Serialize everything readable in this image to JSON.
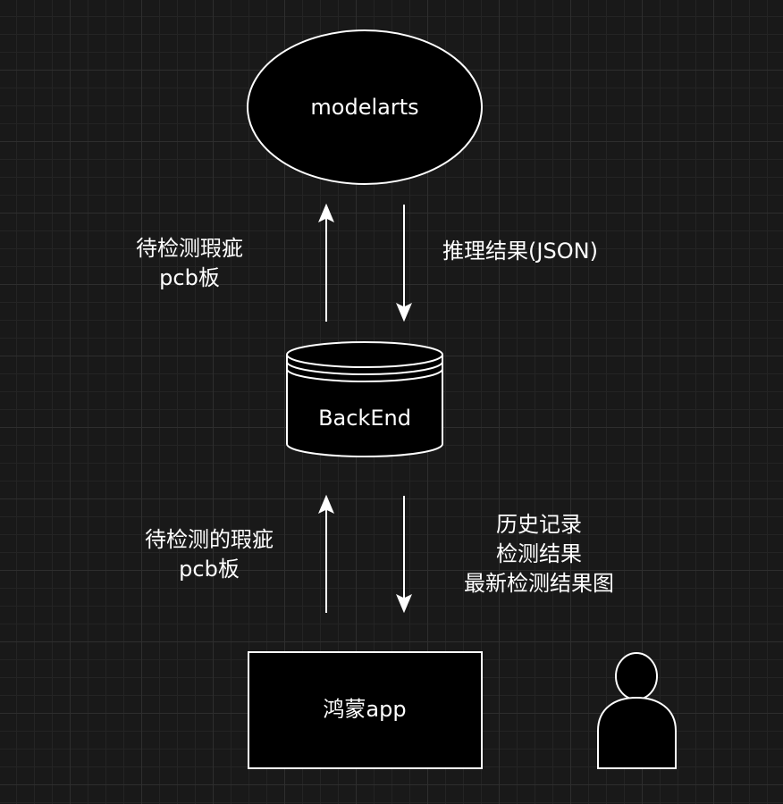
{
  "nodes": {
    "modelarts": {
      "label": "modelarts"
    },
    "backend": {
      "label": "BackEnd"
    },
    "app": {
      "label": "鸿蒙app"
    }
  },
  "edges": {
    "backend_to_modelarts": {
      "lines": [
        "待检测瑕疵",
        "pcb板"
      ]
    },
    "modelarts_to_backend": {
      "lines": [
        "推理结果(JSON)"
      ]
    },
    "app_to_backend": {
      "lines": [
        "待检测的瑕疵",
        "pcb板"
      ]
    },
    "backend_to_app": {
      "lines": [
        "历史记录",
        "检测结果",
        "最新检测结果图"
      ]
    }
  },
  "colors": {
    "background": "#191919",
    "grid": "#2e2e2e",
    "stroke": "#ffffff",
    "text": "#ffffff"
  },
  "icons": {
    "user": "actor-person-icon"
  }
}
